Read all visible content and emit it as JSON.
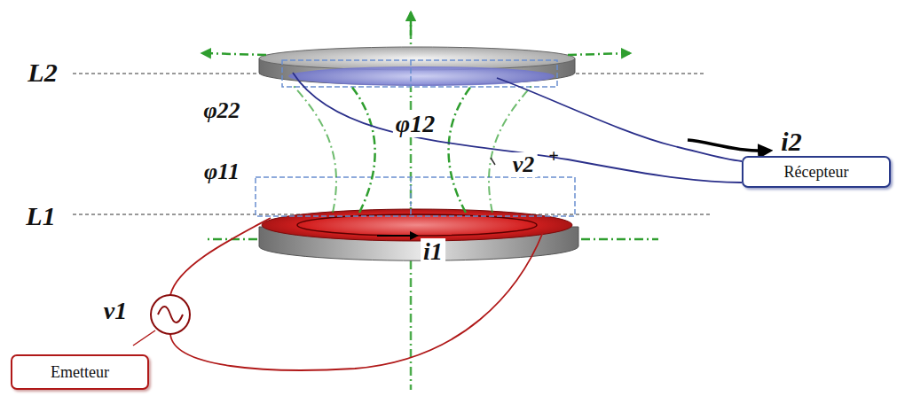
{
  "diagram": {
    "nodes": [
      {
        "text": [
          "Récepteur"
        ]
      },
      {
        "text": [
          "Emetteur"
        ]
      }
    ],
    "labels": [
      "L2",
      "φ22",
      "φ12",
      "v2",
      "+",
      "i2",
      "φ11",
      "L1",
      "i1",
      "v1"
    ]
  }
}
